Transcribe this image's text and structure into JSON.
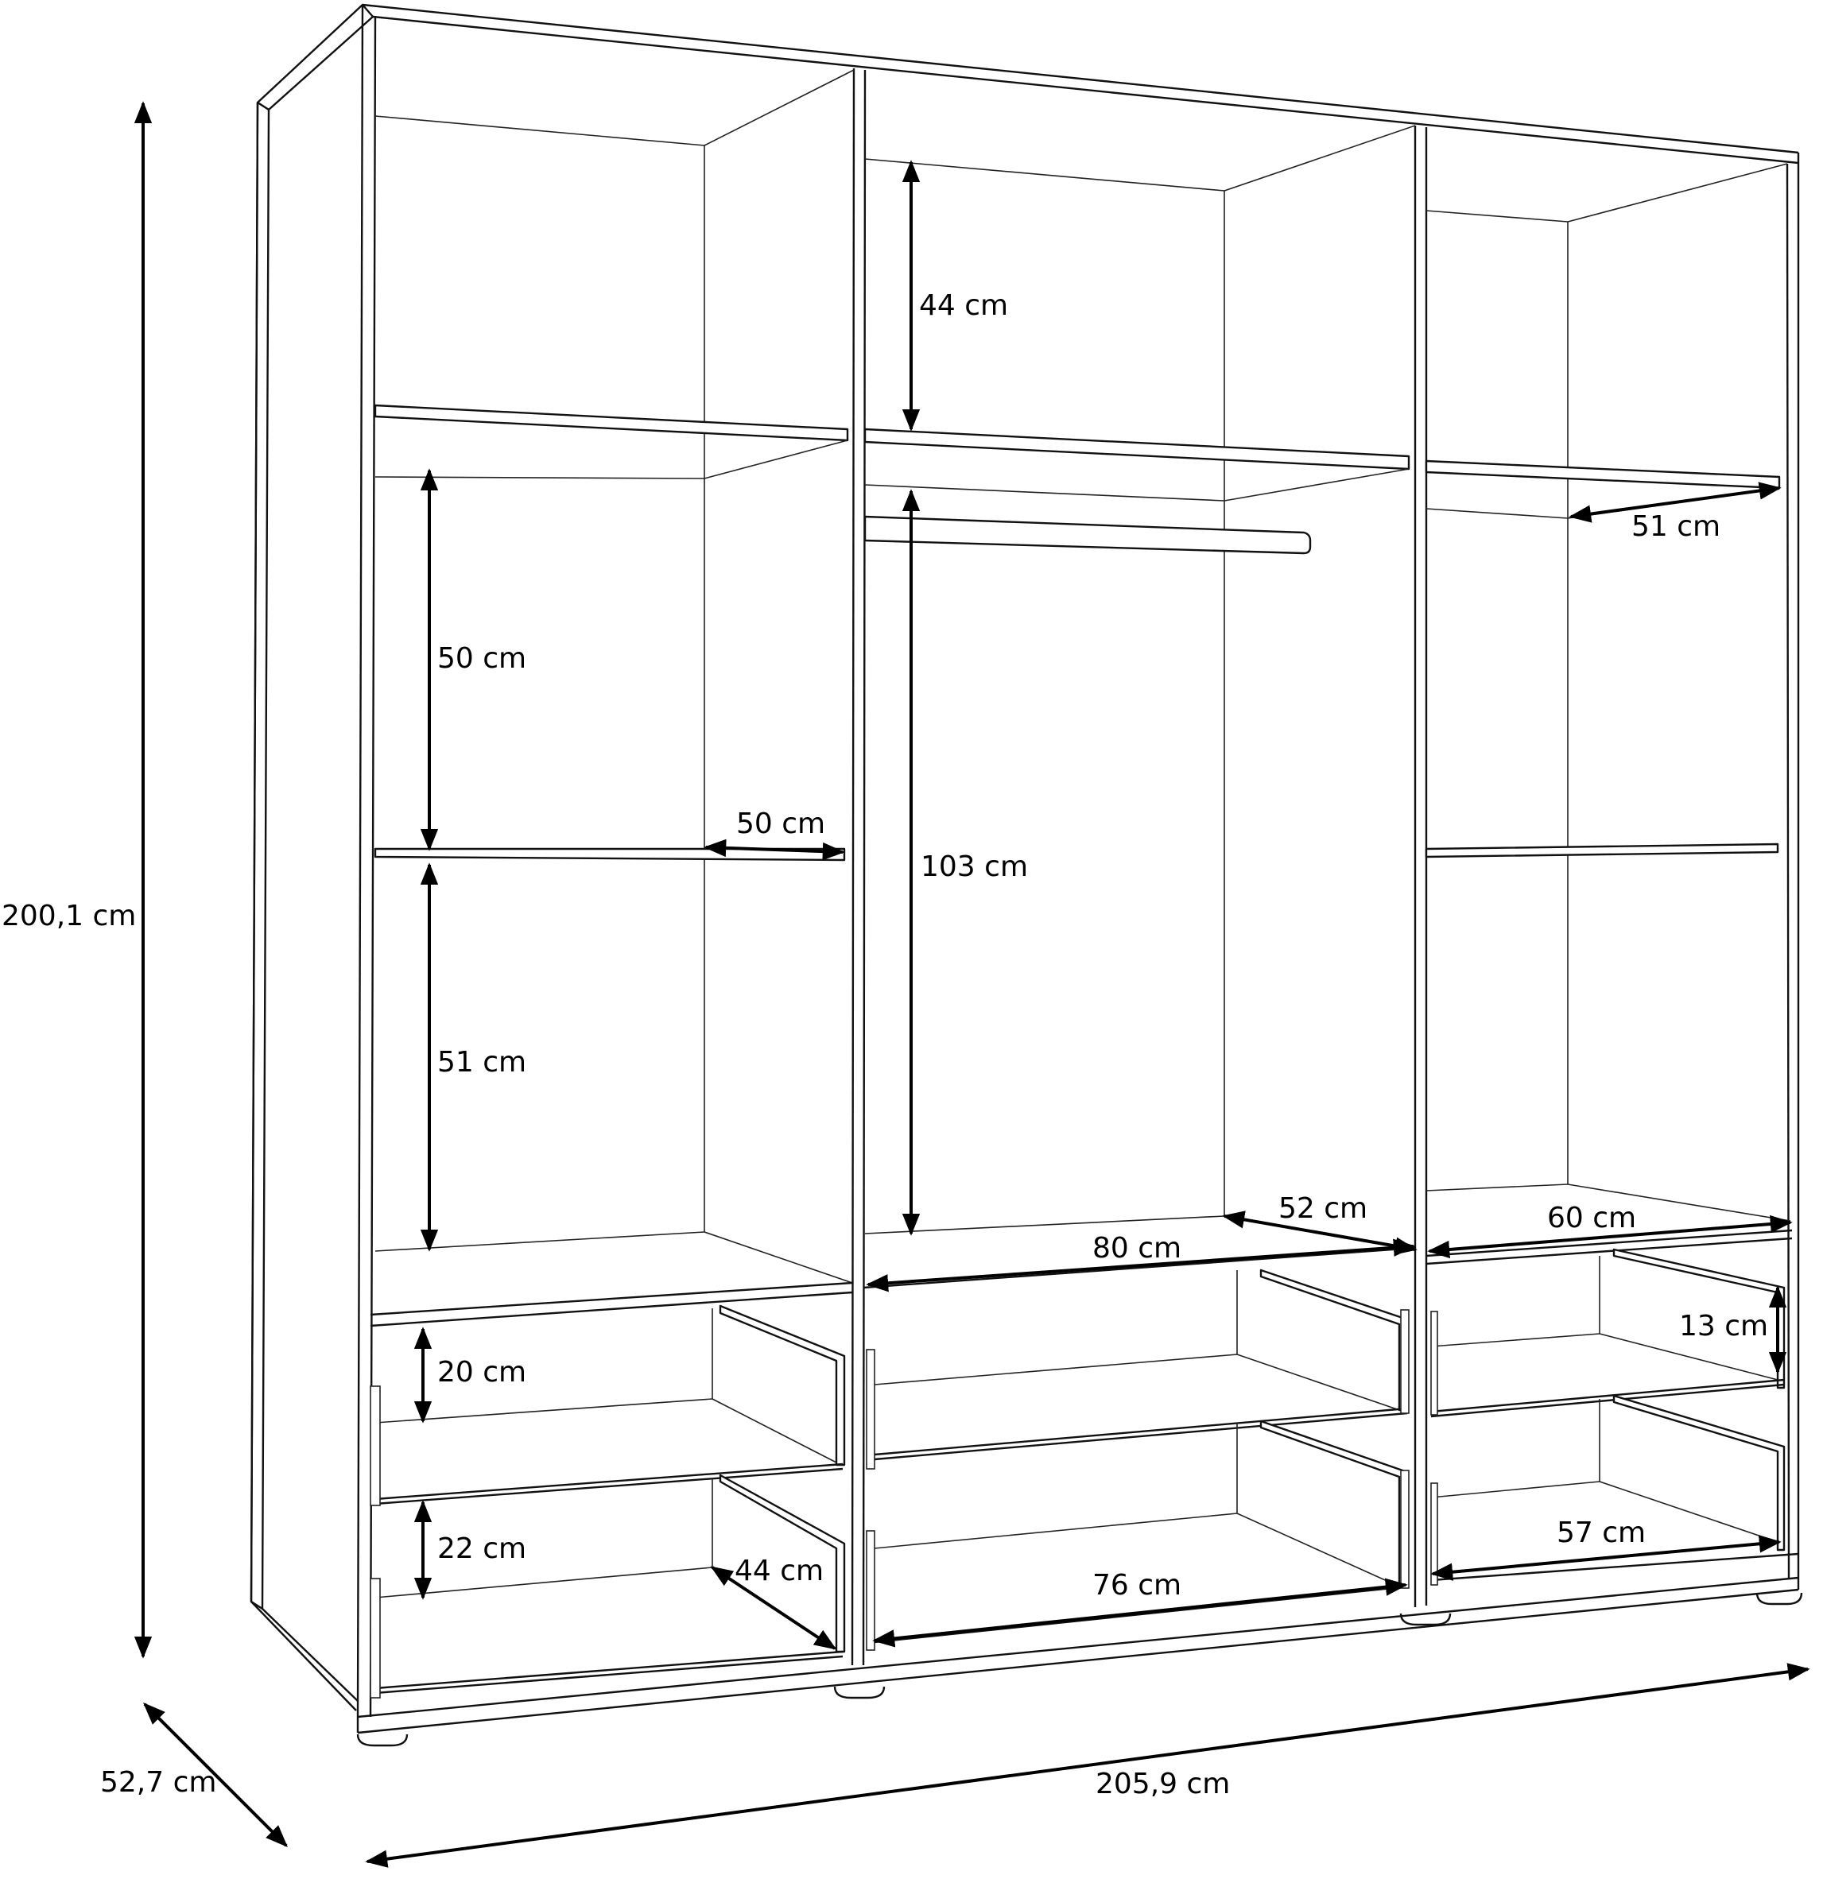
{
  "diagram": {
    "subject": "Wardrobe dimension drawing",
    "overall": {
      "height": "200,1 cm",
      "depth": "52,7 cm",
      "width": "205,9 cm"
    },
    "left_section": {
      "shelf_gap_upper": "50 cm",
      "shelf_depth": "50 cm",
      "shelf_gap_lower": "51 cm",
      "drawer_1_height": "20 cm",
      "drawer_2_height": "22 cm",
      "drawer_depth": "44 cm"
    },
    "middle_section": {
      "top_compartment_height": "44 cm",
      "hanging_height": "103 cm",
      "base_depth": "52 cm",
      "inner_width": "80 cm",
      "drawer_width": "76 cm"
    },
    "right_section": {
      "shelf_depth": "51 cm",
      "inner_width": "60 cm",
      "drawer_height": "13 cm",
      "drawer_width": "57 cm"
    }
  }
}
